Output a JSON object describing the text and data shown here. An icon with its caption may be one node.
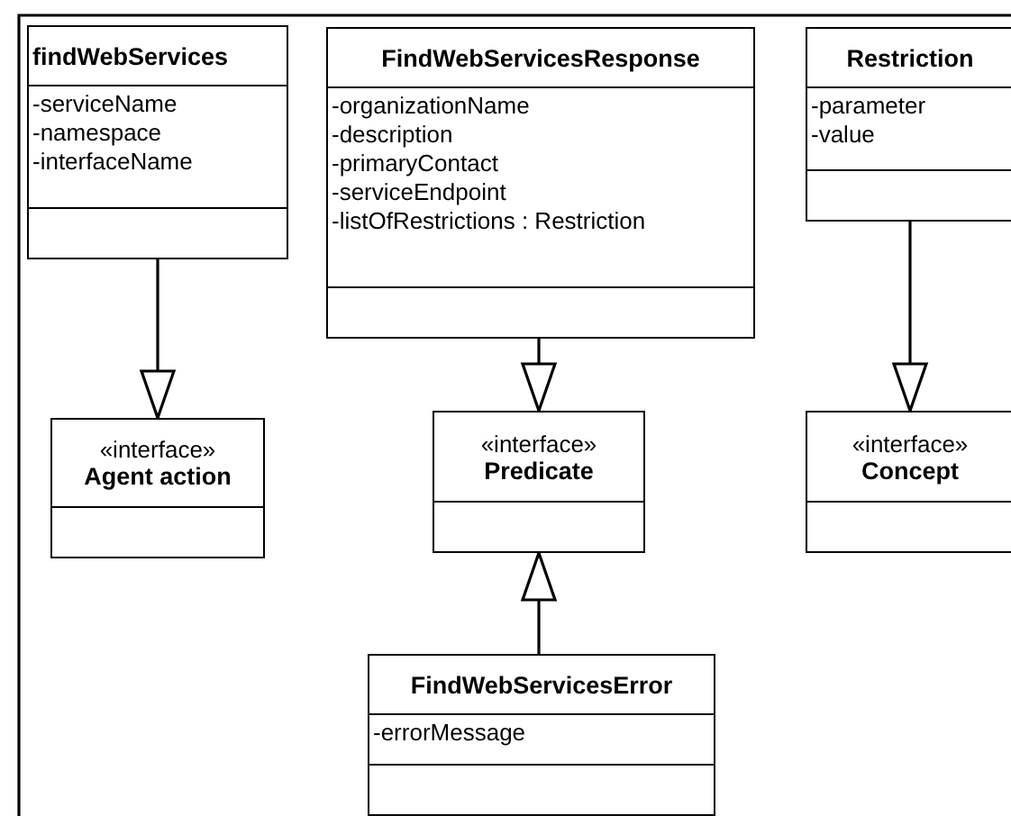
{
  "diagram": {
    "nodes": [
      {
        "text": [
          "findWebServices",
          "-serviceName",
          "-namespace",
          "-interfaceName"
        ]
      },
      {
        "text": [
          "FindWebServicesResponse",
          "-organizationName",
          "-description",
          "-primaryContact",
          "-serviceEndpoint",
          "-listOfRestrictions : Restriction"
        ]
      },
      {
        "text": [
          "Restriction",
          "-parameter",
          "-value"
        ]
      },
      {
        "text": [
          "«interface»",
          "Agent action"
        ]
      },
      {
        "text": [
          "«interface»",
          "Predicate"
        ]
      },
      {
        "text": [
          "«interface»",
          "Concept"
        ]
      },
      {
        "text": [
          "FindWebServicesError",
          "-errorMessage"
        ]
      }
    ],
    "edges": [
      {
        "from": 0,
        "to": 3,
        "arrow": "to"
      },
      {
        "from": 1,
        "to": 4,
        "arrow": "to"
      },
      {
        "from": 2,
        "to": 5,
        "arrow": "to"
      },
      {
        "from": 6,
        "to": 4,
        "arrow": "to"
      }
    ]
  }
}
